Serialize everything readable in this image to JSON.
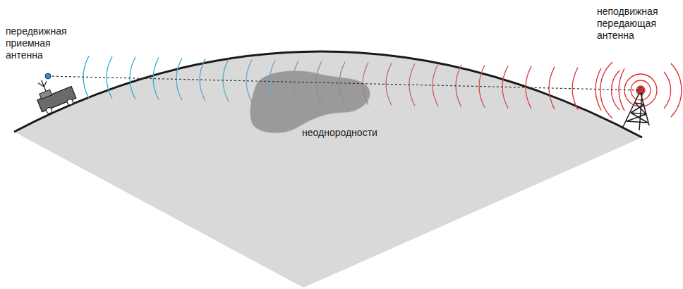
{
  "diagram": {
    "labels": [
      "передвижная приемная антенна",
      "неподвижная передающая антенна",
      "неоднородности"
    ]
  }
}
